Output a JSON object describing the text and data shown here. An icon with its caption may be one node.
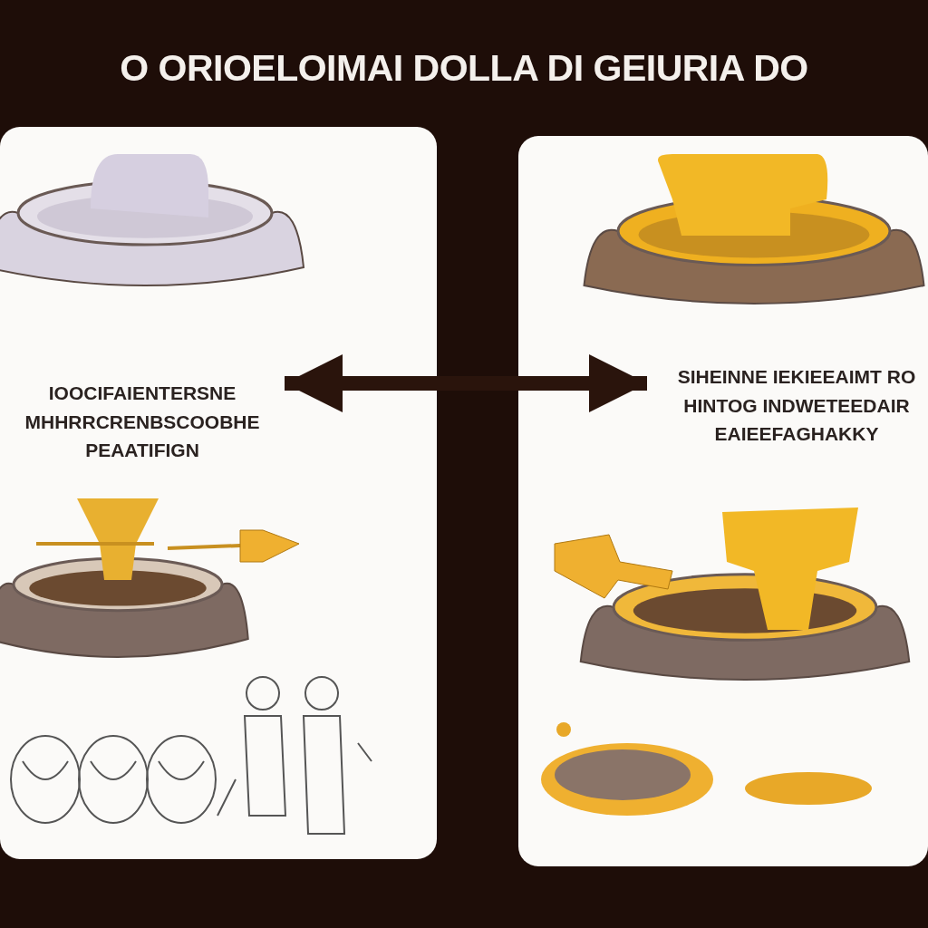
{
  "diagram": {
    "title": "O ORIOELOIMAI DOLLA DI GEIURIA DO",
    "nodes": [
      {
        "text": [],
        "shape": "box"
      },
      {
        "text": [
          "IOOCIFAIENTERSNE MHHRRCRENBSCOOBHE PEAATIFIGN"
        ],
        "in": 0
      },
      {
        "text": [],
        "shape": "box"
      },
      {
        "text": [
          "SIHEINNE IEKIEEAIMT RO HINTOG INDWETEEDAIR EAIEEFAGHAKKY"
        ],
        "in": 2
      }
    ],
    "edges": [
      {
        "from": 1,
        "to": 3,
        "arrow": "both"
      }
    ]
  }
}
